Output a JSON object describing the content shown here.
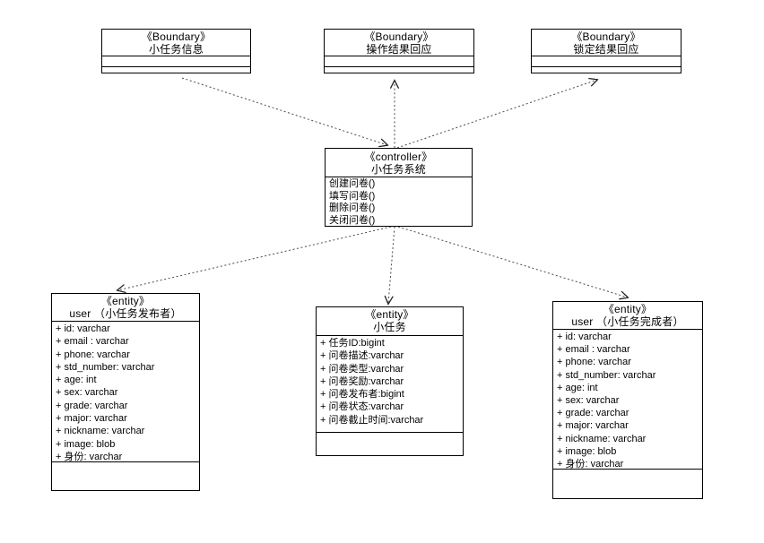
{
  "diagram": {
    "type": "uml-class-dependency-diagram",
    "colors": {
      "background": "#ffffff",
      "box_border": "#000000",
      "text": "#000000",
      "edge_line": "#4a4a4a",
      "arrowhead": "#222222"
    }
  },
  "nodes": {
    "boundary_task_info": {
      "stereotype": "《Boundary》",
      "name": "小任务信息"
    },
    "boundary_op_result": {
      "stereotype": "《Boundary》",
      "name": "操作结果回应"
    },
    "boundary_lock_result": {
      "stereotype": "《Boundary》",
      "name": "锁定结果回应"
    },
    "controller_task_system": {
      "stereotype": "《controller》",
      "name": "小任务系统",
      "operations": [
        "创建问卷()",
        "填写问卷()",
        "删除问卷()",
        "关闭问卷()"
      ]
    },
    "entity_user_publisher": {
      "stereotype": "《entity》",
      "name": "user （小任务发布者）",
      "attributes": [
        "+ id: varchar",
        "+ email : varchar",
        "+ phone: varchar",
        "+ std_number: varchar",
        "+ age: int",
        "+ sex: varchar",
        "+ grade: varchar",
        "+ major: varchar",
        "+ nickname: varchar",
        "+ image: blob",
        "+ 身份: varchar"
      ]
    },
    "entity_task": {
      "stereotype": "《entity》",
      "name": "小任务",
      "attributes": [
        "+ 任务ID:bigint",
        "+ 问卷描述:varchar",
        "+ 问卷类型:varchar",
        "+ 问卷奖励:varchar",
        "+ 问卷发布者:bigint",
        "+ 问卷状态:varchar",
        "+ 问卷截止时间:varchar"
      ]
    },
    "entity_user_completer": {
      "stereotype": "《entity》",
      "name": "user （小任务完成者）",
      "attributes": [
        "+ id: varchar",
        "+ email : varchar",
        "+ phone: varchar",
        "+ std_number: varchar",
        "+ age: int",
        "+ sex: varchar",
        "+ grade: varchar",
        "+ major: varchar",
        "+ nickname: varchar",
        "+ image: blob",
        "+ 身份: varchar"
      ]
    }
  },
  "edges": [
    {
      "from": "boundary_task_info",
      "to": "controller_task_system",
      "style": "dotted-open-arrow"
    },
    {
      "from": "controller_task_system",
      "to": "boundary_op_result",
      "style": "dotted-open-arrow"
    },
    {
      "from": "controller_task_system",
      "to": "boundary_lock_result",
      "style": "dotted-open-arrow"
    },
    {
      "from": "controller_task_system",
      "to": "entity_user_publisher",
      "style": "dotted-open-arrow"
    },
    {
      "from": "controller_task_system",
      "to": "entity_task",
      "style": "dotted-open-arrow"
    },
    {
      "from": "controller_task_system",
      "to": "entity_user_completer",
      "style": "dotted-open-arrow"
    }
  ]
}
